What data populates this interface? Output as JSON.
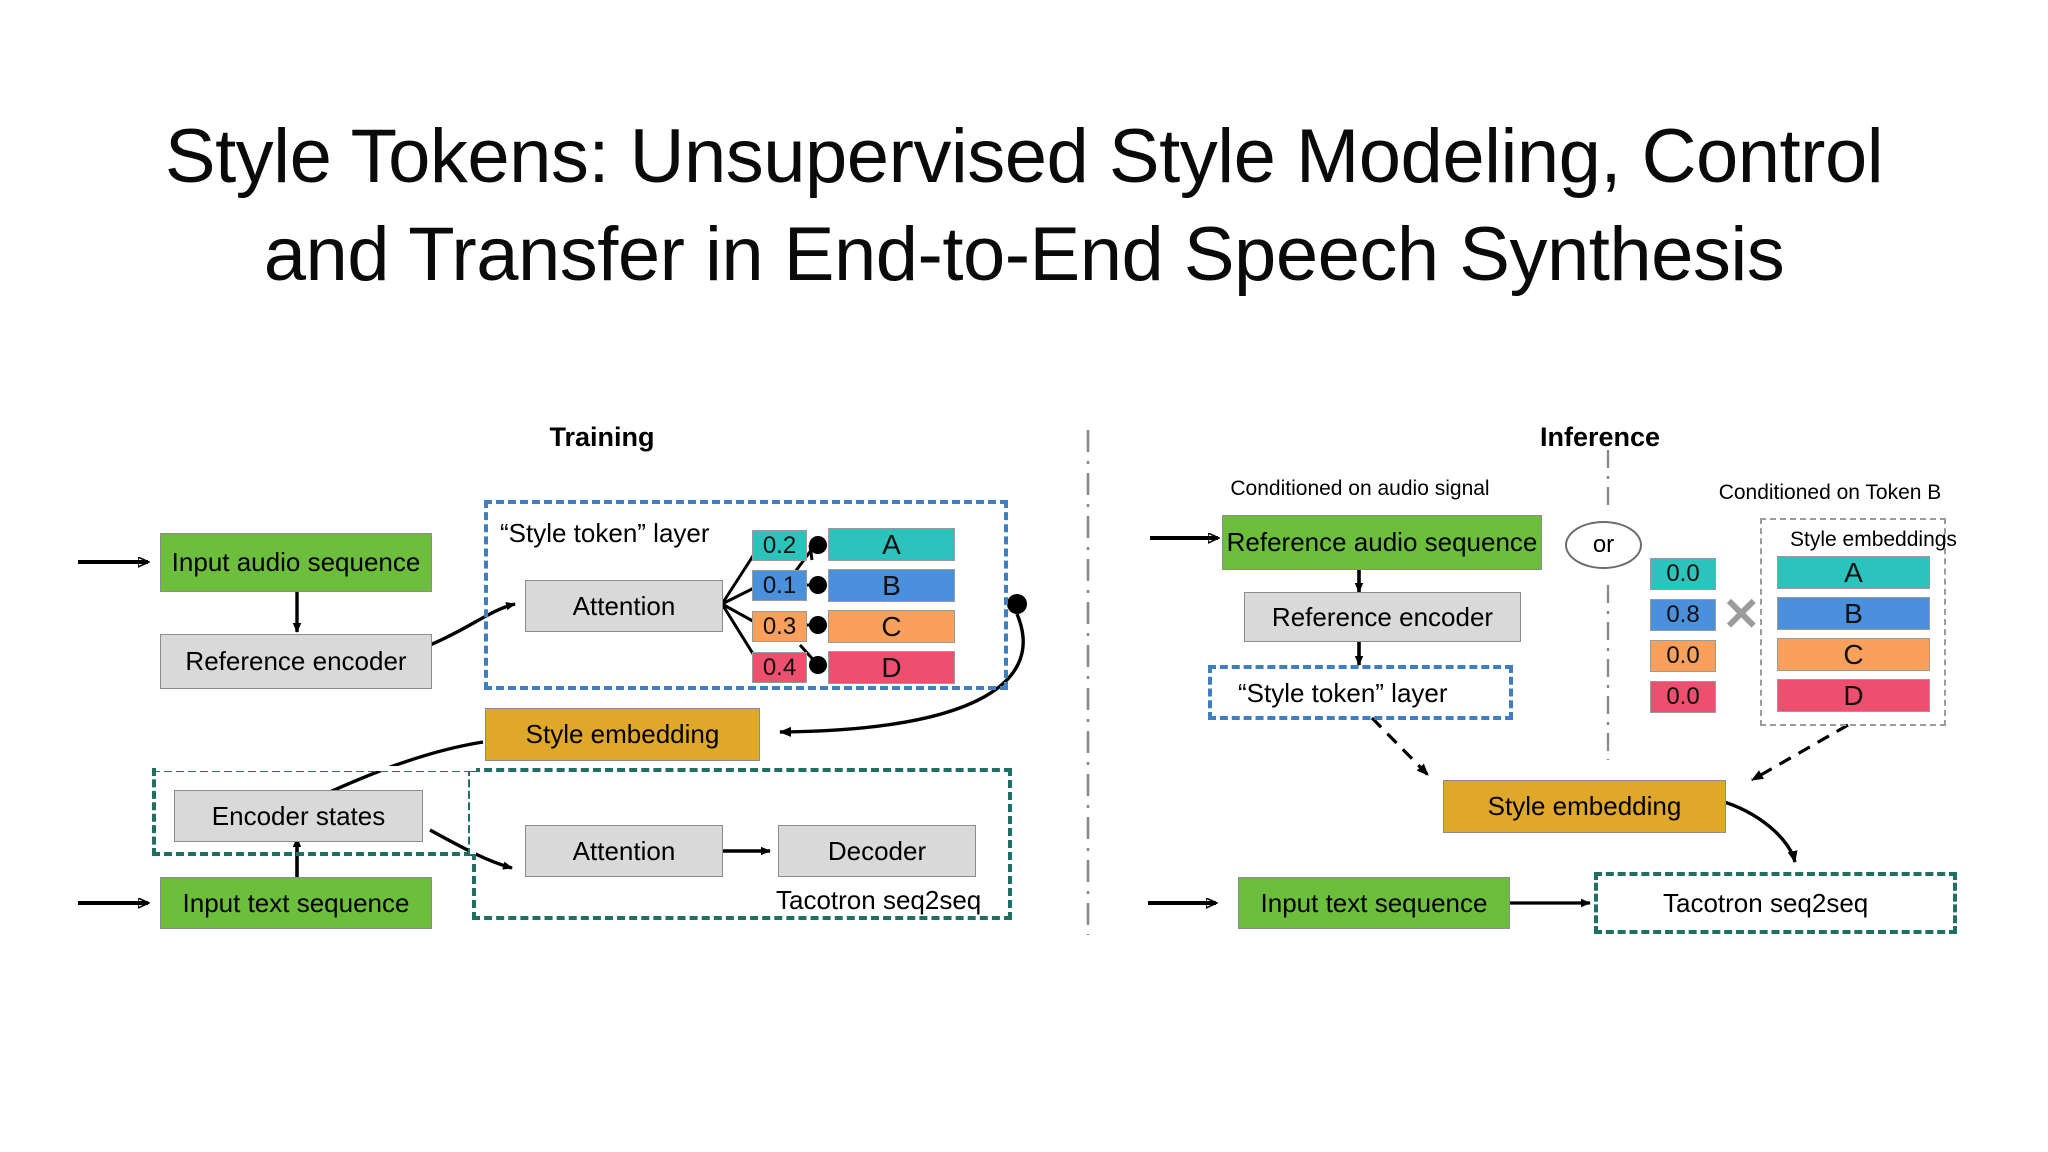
{
  "title": {
    "line1": "Style Tokens: Unsupervised Style Modeling, Control",
    "line2": "and Transfer in End-to-End Speech Synthesis"
  },
  "colors": {
    "green": "#6cbe3c",
    "gray": "#d9d9d9",
    "gold": "#e0a82a",
    "token_a": "#2bc4bc",
    "token_b": "#4a90dd",
    "token_c": "#f9a15c",
    "token_d": "#ee4f6e",
    "dash_blue": "#3f7fc1",
    "dash_teal": "#1f6f63",
    "dash_gray": "#9b9b9b",
    "multiply_symbol": "#9b9b9b"
  },
  "training": {
    "heading": "Training",
    "input_audio": "Input audio sequence",
    "reference_encoder": "Reference encoder",
    "style_token_layer": "“Style token” layer",
    "attention_style": "Attention",
    "style_embedding": "Style embedding",
    "encoder_states": "Encoder states",
    "attention_taco": "Attention",
    "decoder": "Decoder",
    "tacotron": "Tacotron seq2seq",
    "input_text": "Input text sequence",
    "tokens": [
      {
        "weight": "0.2",
        "label": "A",
        "color": "teal"
      },
      {
        "weight": "0.1",
        "label": "B",
        "color": "blue"
      },
      {
        "weight": "0.3",
        "label": "C",
        "color": "orange"
      },
      {
        "weight": "0.4",
        "label": "D",
        "color": "pink"
      }
    ]
  },
  "inference": {
    "heading": "Inference",
    "left_caption": "Conditioned on audio signal",
    "right_caption": "Conditioned on Token B",
    "reference_audio": "Reference audio sequence",
    "reference_encoder": "Reference encoder",
    "style_token_layer": "“Style token” layer",
    "or_label": "or",
    "style_embeddings_label": "Style embeddings",
    "multiply_symbol": "✕",
    "style_embedding": "Style embedding",
    "input_text": "Input text sequence",
    "tacotron": "Tacotron seq2seq",
    "tokens": [
      {
        "weight": "0.0",
        "label": "A",
        "color": "teal"
      },
      {
        "weight": "0.8",
        "label": "B",
        "color": "blue"
      },
      {
        "weight": "0.0",
        "label": "C",
        "color": "orange"
      },
      {
        "weight": "0.0",
        "label": "D",
        "color": "pink"
      }
    ]
  },
  "chart_data": {
    "type": "diagram",
    "title": "Global Style Tokens architecture: training vs inference",
    "panels": [
      {
        "name": "Training",
        "nodes": [
          "Input audio sequence",
          "Reference encoder",
          "Attention",
          "“Style token” layer",
          "Style embedding",
          "Encoder states",
          "Attention",
          "Decoder",
          "Input text sequence",
          "Tacotron seq2seq"
        ],
        "token_weights": {
          "A": 0.2,
          "B": 0.1,
          "C": 0.3,
          "D": 0.4
        }
      },
      {
        "name": "Inference",
        "branches": [
          "Conditioned on audio signal",
          "Conditioned on Token B"
        ],
        "nodes": [
          "Reference audio sequence",
          "Reference encoder",
          "“Style token” layer",
          "Style embeddings",
          "Style embedding",
          "Input text sequence",
          "Tacotron seq2seq"
        ],
        "token_weights": {
          "A": 0.0,
          "B": 0.8,
          "C": 0.0,
          "D": 0.0
        }
      }
    ]
  }
}
